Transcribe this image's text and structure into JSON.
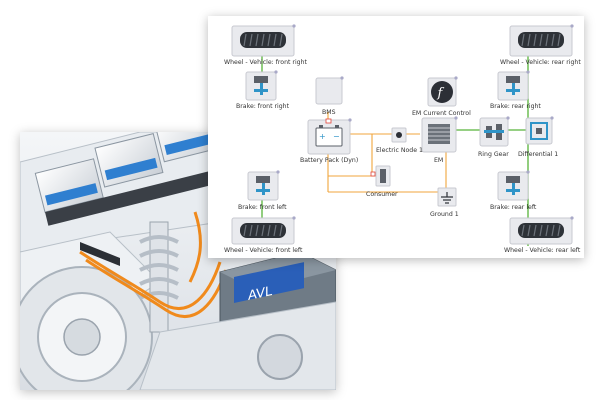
{
  "photo": {
    "badge_text": "AVL"
  },
  "diagram": {
    "nodes": {
      "wheel_fr": "Wheel - Vehicle: front right",
      "brake_fr": "Brake: front right",
      "wheel_rr": "Wheel - Vehicle: rear right",
      "brake_rr": "Brake: rear right",
      "bms": "BMS",
      "em_control": "EM Current Control",
      "battery": "Battery Pack (Dyn)",
      "node1": "Electric Node 1",
      "em": "EM",
      "ring_gear": "Ring Gear",
      "differential": "Differential 1",
      "consumer": "Consumer",
      "ground": "Ground 1",
      "brake_fl": "Brake: front left",
      "wheel_fl": "Wheel - Vehicle: front left",
      "brake_rl": "Brake: rear left",
      "wheel_rl": "Wheel - Vehicle: rear left"
    },
    "icons": {
      "em_control": "function-icon"
    },
    "colors": {
      "mechanical_wire": "#58b33a",
      "electrical_wire": "#f0a53c",
      "component_box": "#e9eaee"
    }
  }
}
